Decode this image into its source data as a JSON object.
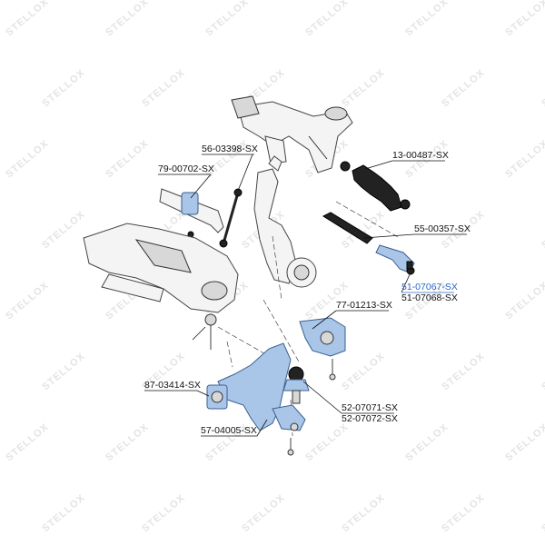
{
  "watermark": {
    "text": "STELLOX"
  },
  "part_labels": [
    {
      "id": "56-03398",
      "text": "56-03398-SX",
      "highlight": false
    },
    {
      "id": "79-00702",
      "text": "79-00702-SX",
      "highlight": false
    },
    {
      "id": "13-00487",
      "text": "13-00487-SX",
      "highlight": false
    },
    {
      "id": "55-00357",
      "text": "55-00357-SX",
      "highlight": false
    },
    {
      "id": "51-07067",
      "text": "51-07067-SX",
      "highlight": true
    },
    {
      "id": "51-07068",
      "text": "51-07068-SX",
      "highlight": false
    },
    {
      "id": "77-01213",
      "text": "77-01213-SX",
      "highlight": false
    },
    {
      "id": "87-03414",
      "text": "87-03414-SX",
      "highlight": false
    },
    {
      "id": "52-07071",
      "text": "52-07071-SX",
      "highlight": false
    },
    {
      "id": "52-07072",
      "text": "52-07072-SX",
      "highlight": false
    },
    {
      "id": "57-04005",
      "text": "57-04005-SX",
      "highlight": false
    }
  ],
  "colors": {
    "highlight_label": "#2b67c7",
    "highlighted_part": "#a9c6e8",
    "watermark": "#e4e4e4"
  }
}
